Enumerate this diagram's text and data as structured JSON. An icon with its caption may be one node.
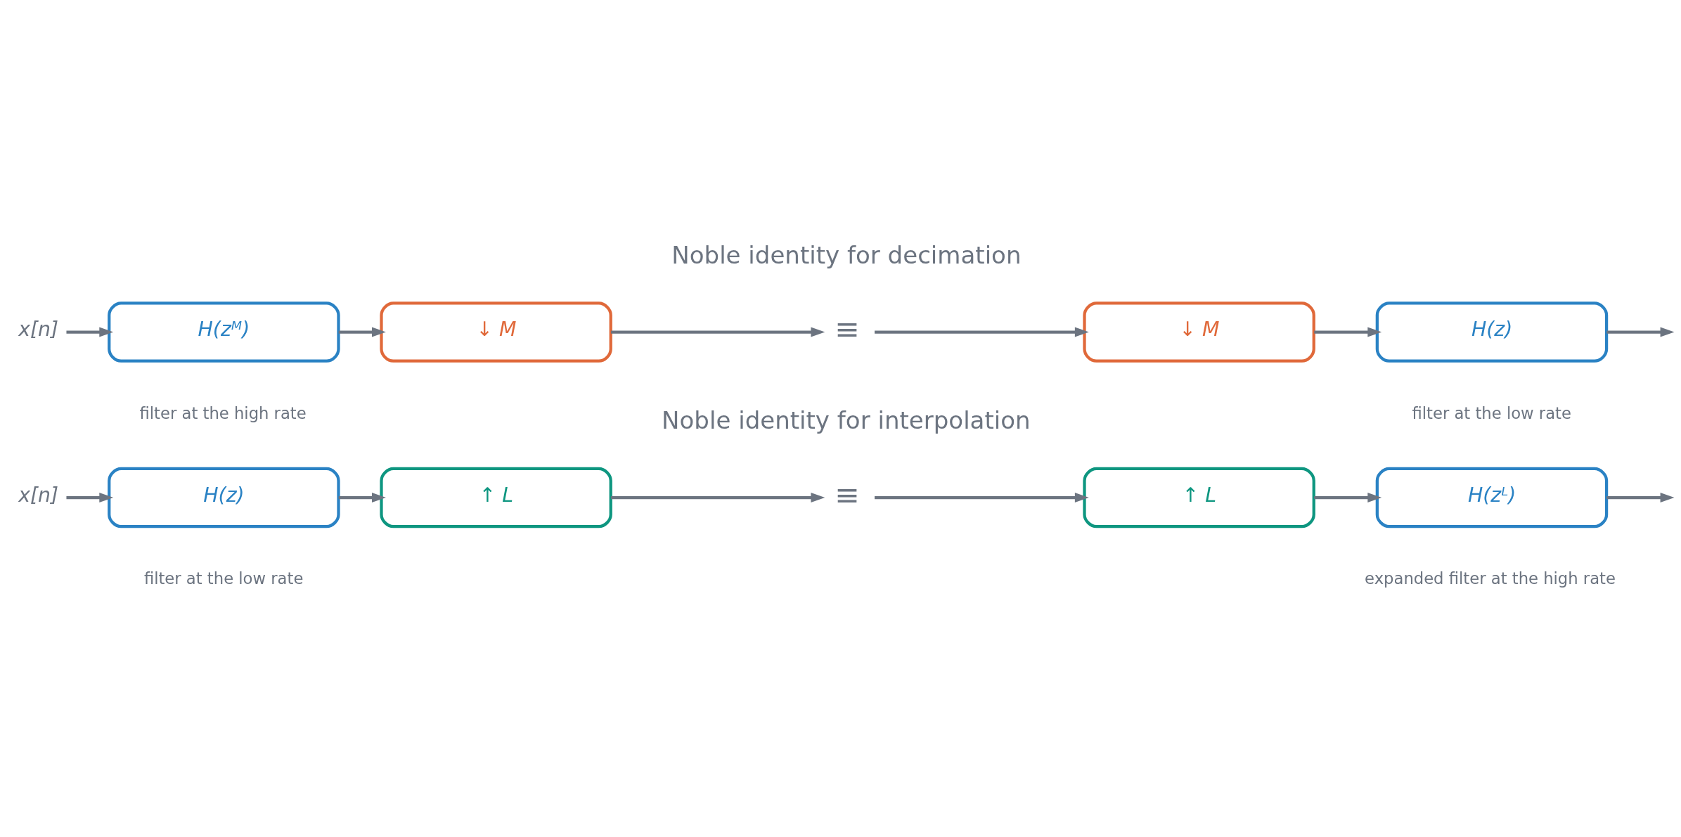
{
  "diagram": {
    "nodes": [
      {
        "text": [
          "x[n]"
        ]
      },
      {
        "text": [
          "H(zᴹ)"
        ]
      },
      {
        "text": [
          "↓ M"
        ]
      },
      {
        "text": [
          "≡"
        ]
      },
      {
        "text": [
          "↓ M"
        ]
      },
      {
        "text": [
          "H(z)"
        ]
      },
      {
        "text": [
          "x[n]"
        ]
      },
      {
        "text": [
          "H(z)"
        ]
      },
      {
        "text": [
          "↑ L"
        ]
      },
      {
        "text": [
          "≡"
        ]
      },
      {
        "text": [
          "↑ L"
        ]
      },
      {
        "text": [
          "H(zᴸ)"
        ]
      }
    ],
    "edges": [
      {
        "from": 0,
        "to": 1,
        "arrow": "to"
      },
      {
        "from": 1,
        "to": 2,
        "arrow": "to"
      },
      {
        "from": 2,
        "to": 3,
        "arrow": "to"
      },
      {
        "from": 3,
        "to": 4,
        "arrow": "to"
      },
      {
        "from": 4,
        "to": 5,
        "arrow": "to"
      },
      {
        "from": 5,
        "to": null,
        "arrow": "to"
      },
      {
        "from": 6,
        "to": 7,
        "arrow": "to"
      },
      {
        "from": 7,
        "to": 8,
        "arrow": "to"
      },
      {
        "from": 8,
        "to": 9,
        "arrow": "to"
      },
      {
        "from": 9,
        "to": 10,
        "arrow": "to"
      },
      {
        "from": 10,
        "to": 11,
        "arrow": "to"
      },
      {
        "from": 11,
        "to": null,
        "arrow": "to"
      }
    ],
    "labels": [
      "Noble identity for decimation",
      "filter at the high rate",
      "filter at the low rate",
      "Noble identity for interpolation",
      "filter at the low rate",
      "expanded filter at the high rate"
    ]
  }
}
